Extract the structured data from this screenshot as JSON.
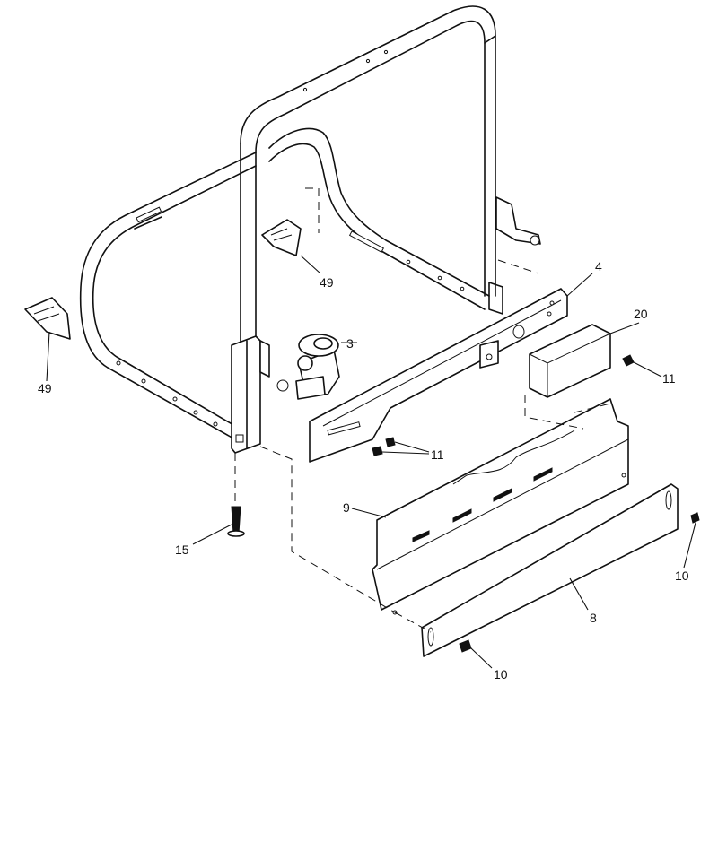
{
  "callouts": [
    {
      "id": "c4a",
      "text": "4"
    },
    {
      "id": "c20",
      "text": "20"
    },
    {
      "id": "c3",
      "text": "3"
    },
    {
      "id": "c11a",
      "text": "11"
    },
    {
      "id": "c11b",
      "text": "11"
    },
    {
      "id": "c49a",
      "text": "49"
    },
    {
      "id": "c49b",
      "text": "49"
    },
    {
      "id": "c9",
      "text": "9"
    },
    {
      "id": "c15",
      "text": "15"
    },
    {
      "id": "c10a",
      "text": "10"
    },
    {
      "id": "c10b",
      "text": "10"
    },
    {
      "id": "c8",
      "text": "8"
    }
  ]
}
